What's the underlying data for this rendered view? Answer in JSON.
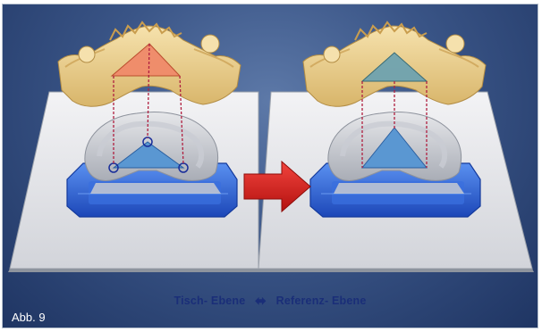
{
  "figure_label": "Abb. 9",
  "caption": {
    "left": "Tisch- Ebene",
    "right": "Referenz- Ebene"
  },
  "colors": {
    "background_dark": "#1f3563",
    "platform": "#dfe0e4",
    "arch_tooth": "#ecd49b",
    "triangle_left": "#f08a6a",
    "triangle_right": "#6fa3b0",
    "table_triangle": "#5a97d2",
    "base_blue": "#2a5fd0",
    "transfer_arrow": "#d81e1e",
    "caption_text": "#1a2e78",
    "dashed_lines": "#b02040"
  }
}
